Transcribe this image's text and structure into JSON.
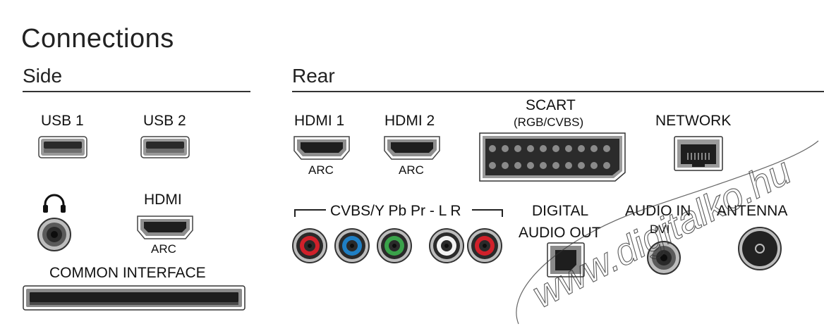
{
  "title": "Connections",
  "side": {
    "heading": "Side",
    "usb1": "USB 1",
    "usb2": "USB 2",
    "hdmi": "HDMI",
    "hdmi_sub": "ARC",
    "common_interface": "COMMON INTERFACE",
    "headphone_icon": "headphone-icon"
  },
  "rear": {
    "heading": "Rear",
    "hdmi1": "HDMI 1",
    "hdmi1_sub": "ARC",
    "hdmi2": "HDMI 2",
    "hdmi2_sub": "ARC",
    "scart": "SCART",
    "scart_sub": "(RGB/CVBS)",
    "network": "NETWORK",
    "component": "CVBS/Y Pb Pr - L R",
    "digital_audio_line1": "DIGITAL",
    "digital_audio_line2": "AUDIO OUT",
    "audio_in_line1": "AUDIO IN",
    "audio_in_line2": "DVI",
    "antenna": "ANTENNA"
  },
  "watermark": "www.digitalko.hu",
  "colors": {
    "red": "#d0202a",
    "blue": "#1f7fc4",
    "green": "#3aa24a",
    "white": "#f2f2f2",
    "port_dark": "#2a2a2a",
    "port_gray": "#8a8a8a"
  }
}
